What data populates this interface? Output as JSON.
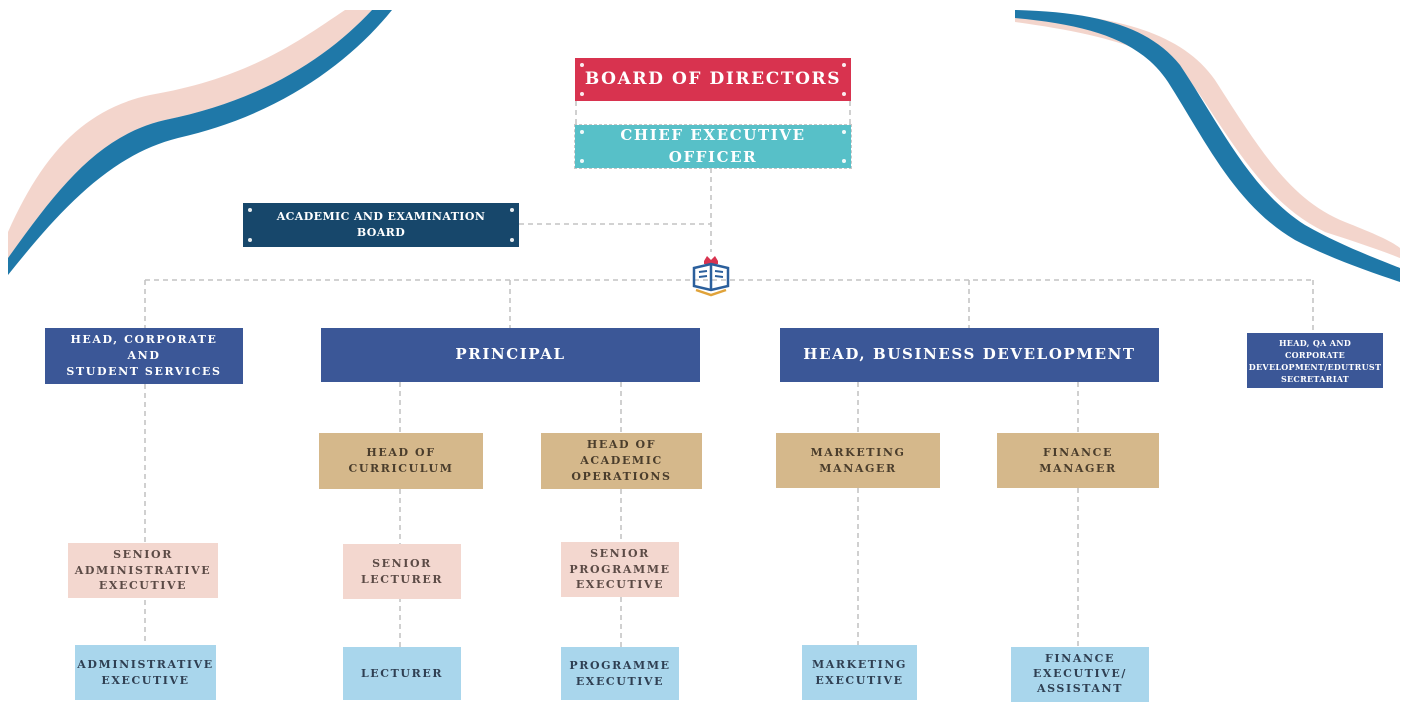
{
  "org": {
    "board": "BOARD OF DIRECTORS",
    "ceo": "CHIEF EXECUTIVE OFFICER",
    "academic_board": "ACADEMIC AND EXAMINATION BOARD",
    "head_corporate": "HEAD, CORPORATE AND\nSTUDENT SERVICES",
    "principal": "PRINCIPAL",
    "head_business": "HEAD, BUSINESS DEVELOPMENT",
    "head_qa": "HEAD, QA AND CORPORATE\nDEVELOPMENT/EDUTRUST\nSECRETARIAT",
    "head_curriculum": "HEAD OF\nCURRICULUM",
    "head_academic_ops": "HEAD OF ACADEMIC\nOPERATIONS",
    "marketing_manager": "MARKETING\nMANAGER",
    "finance_manager": "FINANCE\nMANAGER",
    "senior_admin": "SENIOR\nADMINISTRATIVE\nEXECUTIVE",
    "senior_lecturer": "SENIOR\nLECTURER",
    "senior_programme": "SENIOR\nPROGRAMME\nEXECUTIVE",
    "admin_exec": "ADMINISTRATIVE\nEXECUTIVE",
    "lecturer": "LECTURER",
    "programme_exec": "PROGRAMME\nEXECUTIVE",
    "marketing_exec": "MARKETING\nEXECUTIVE",
    "finance_exec": "FINANCE\nEXECUTIVE/\nASSISTANT"
  },
  "colors": {
    "board": "#d8334f",
    "ceo": "#57c0c8",
    "academic_board": "#17476b",
    "head": "#3b5797",
    "manager": "#d5b88b",
    "senior": "#f3d7cf",
    "staff": "#a9d6ec",
    "wave_blue": "#1f78a8",
    "wave_pink": "#f3d5cc"
  },
  "icons": {
    "logo": "book-crown-logo-icon"
  }
}
